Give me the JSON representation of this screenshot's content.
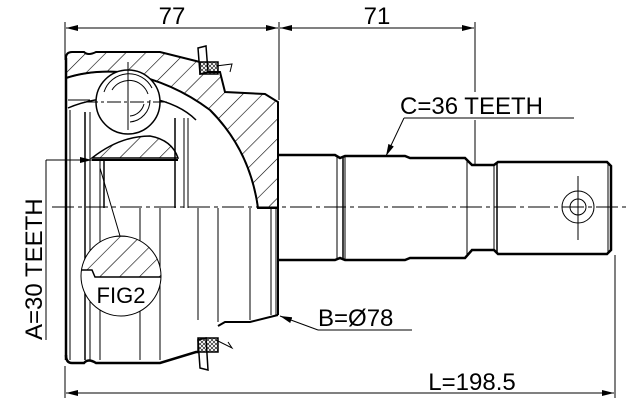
{
  "drawing": {
    "subject": "CV joint outer assembly",
    "dimensions": {
      "joint_length": "77",
      "shaft_length": "71",
      "total_length": "L=198.5",
      "outer_diameter": "B=Ø78",
      "inner_spline": "A=30 TEETH",
      "outer_spline": "C=36 TEETH"
    },
    "detail_callout": "FIG2",
    "colors": {
      "line": "#000000",
      "background": "#ffffff"
    }
  }
}
